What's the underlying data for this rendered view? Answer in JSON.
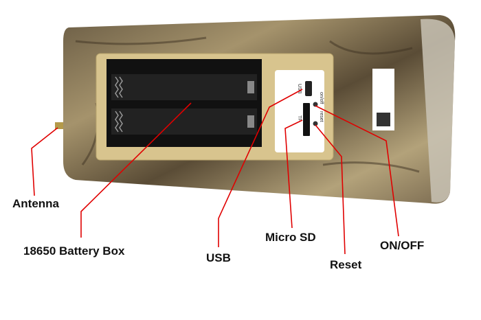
{
  "labels": {
    "antenna": "Antenna",
    "battery_box": "18650 Battery Box",
    "usb": "USB",
    "micro_sd": "Micro SD",
    "reset": "Reset",
    "on_off": "ON/OFF"
  },
  "device_markings": {
    "usb": "USB",
    "tf": "TF",
    "on_off": "on/off",
    "reset": "reset"
  },
  "colors": {
    "callout_line": "#e00000",
    "housing": "#8a7a5a",
    "panel": "#d8c48e"
  }
}
